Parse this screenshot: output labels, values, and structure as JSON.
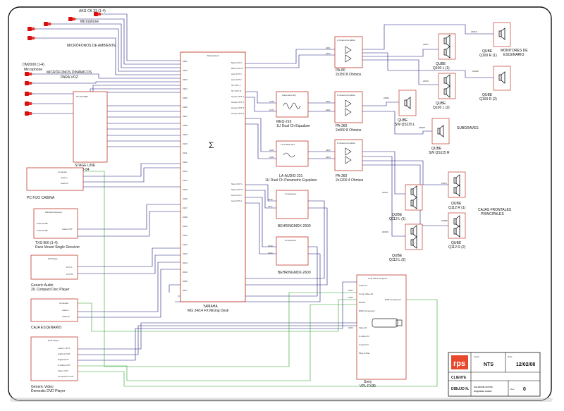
{
  "sources": {
    "akg": {
      "line1": "AKG CK 33 (1-4)",
      "line2": "Microphone"
    },
    "ambiente": "MICRÓFONOS DE AMBIENTE",
    "dm": {
      "line1": "DM2000 (1-4)",
      "line2": "Microphone"
    },
    "dinamicos": {
      "line1": "MICRÓFONOS DINÁMICOS",
      "line2": "PARA VOZ"
    }
  },
  "devices": {
    "stage_line": {
      "title": "ST-ON-2804",
      "caption1": "STAGE LINE",
      "caption2": "STB 84"
    },
    "pc": {
      "caption": "PC FIJO CABINA",
      "labels": [
        "Computer",
        "Audio L",
        "Audio R"
      ]
    },
    "wireless": {
      "title": "Wireless Receiver",
      "caption1": "TXS-900 (1-4)",
      "caption2": "Rack Mount Single Receiver",
      "labels": [
        "Antenna RF",
        "Antenna RF",
        "Audio OUT"
      ]
    },
    "cd": {
      "title": "CD Player",
      "caption1": "Generic Audio",
      "caption2": "2U Compact Disc Player",
      "labels": [
        "OUT L",
        "OUT R"
      ]
    },
    "caja": {
      "caption": "CAJA ESCENARIO",
      "labels": [
        "Computer",
        "Audio L",
        "Audio R"
      ]
    },
    "dvd": {
      "title": "DVD Player",
      "caption1": "Generic Video",
      "caption2": "Domestic DVD Player",
      "labels": [
        "Audio L OUT",
        "Audio R OUT",
        "Digital OUT",
        "S-Video OUT",
        "Video OUT",
        "Component OUT"
      ]
    },
    "mixer": {
      "title": "Mixing Desk",
      "caption1": "YAMAHA",
      "caption2": "MG 24/14 FX Mixing Desk",
      "symbol": "Σ",
      "inputs": [
        "2201",
        "2202",
        "2203",
        "2204",
        "2205",
        "2206",
        "2207",
        "2208",
        "2209",
        "2210",
        "2211",
        "2212",
        "2213",
        "2214",
        "2215",
        "2216",
        "2217",
        "2218",
        "2219",
        "2220",
        "2102",
        "2103",
        "2044",
        "2043",
        "2005",
        "2007"
      ],
      "outputs": [
        "Main OUT L",
        "Main OUT R",
        "Aux OUT 1",
        "Aux OUT 2",
        "ST OUT L",
        "ST OUT R",
        "Group OUT 1",
        "Group OUT 2",
        "Group OUT 3",
        "Group OUT 4",
        "Tape OUT L",
        "Tape OUT R",
        "Aux OUT 3",
        "Aux OUT 4"
      ]
    },
    "pa80": {
      "title": "2 Channel Amplifier",
      "caption1": "PA-80",
      "caption2": "2x250 8 Ohmios",
      "in": [
        "2201",
        "2202"
      ]
    },
    "meq": {
      "title": "Parametric EQ",
      "caption1": "MEQ-216",
      "caption2": "1U Dual Ch Equalizer",
      "in": [
        "2238",
        "2274"
      ]
    },
    "pa360a": {
      "title": "2 Channel Amplifier",
      "caption1": "PA-360",
      "caption2": "2x660 8 Ohmios",
      "in": [
        "2261",
        "2262"
      ]
    },
    "la_audio": {
      "title": "LA-AUDIO 231",
      "caption1": "LA-AUDIO 231",
      "caption2": "1U Dual Ch Parametric Equaliser",
      "in": [
        "2205",
        "2206"
      ]
    },
    "pa360b": {
      "title": "2 Channel Amplifier",
      "caption1": "PA-360",
      "caption2": "2x1200 4 Ohmios",
      "in": [
        "2203",
        "2204"
      ]
    },
    "comp1": {
      "title": "Compressor",
      "caption": "BEHRINGMDX-2600",
      "in": [
        "2236",
        "2237"
      ]
    },
    "comp2": {
      "title": "Compressor",
      "caption": "BEHRINGMDX-2600",
      "in": [
        "2039",
        "2040"
      ]
    },
    "projector": {
      "title": "LCD Video Projector",
      "caption1": "Sony",
      "caption2": "VPL-FX35",
      "in": [
        "1001",
        "1002",
        "1003"
      ],
      "labels": [
        "Audio IN",
        "Comp Video IN",
        "RS232",
        "RGB Component",
        "RGB Component",
        "Video IN",
        "S-Video IN",
        "Control IN",
        "Plug & Play"
      ]
    }
  },
  "speakers": {
    "mon1": {
      "tag": "2301L",
      "caption1": "QUBE",
      "caption2": "Q100 L (1)"
    },
    "mon2": {
      "tag": "2302L",
      "caption1": "QUBE",
      "caption2": "Q100 L (2)"
    },
    "monR1": {
      "tag": "2301R",
      "caption1": "QUBE",
      "caption2": "Q100 R (1)"
    },
    "monR2": {
      "tag": "2302R",
      "caption1": "QUBE",
      "caption2": "Q100 R (2)"
    },
    "sub_l": {
      "tag": "2305L",
      "caption1": "QUBE",
      "caption2": "SW QS115 L"
    },
    "sub_r": {
      "tag": "2306R",
      "caption1": "QUBE",
      "caption2": "SW QS115 R"
    },
    "front_l1": {
      "tag": "2305L",
      "caption1": "QUBE",
      "caption2": "Q112 L (1)"
    },
    "front_l2": {
      "tag": "2306R",
      "caption1": "QUBE",
      "caption2": "Q112 L (2)"
    },
    "front_r1": {
      "tag": "2307L",
      "caption1": "QUBE",
      "caption2": "Q112 R (1)"
    },
    "front_r2": {
      "tag": "2308R",
      "caption1": "QUBE",
      "caption2": "Q112 R (2)"
    }
  },
  "group_labels": {
    "monitores": {
      "line1": "MONITORES DE",
      "line2": "ESCENARIO"
    },
    "subgraves": "SUBGRAVES",
    "frontales": {
      "line1": "CAJAS FRONTALES",
      "line2": "PRINCIPALES"
    }
  },
  "title_block": {
    "logo": "rps",
    "scale_label": "Scale:",
    "scale_value": "NTS",
    "date_label": "Date:",
    "date_value": "12/02/08",
    "client_label": "CLIENTE",
    "drawing_label": "DIBUJO N.",
    "drawing_value1": "SALÓN DE ACTOS",
    "drawing_value2": "ESQUEMA AUDIO",
    "rev_label": "Rev:",
    "rev_value": "0"
  },
  "colors": {
    "wire": "#1a1a80",
    "device": "#c0392b",
    "video": "#2aa02a",
    "logo": "#e8492c"
  }
}
